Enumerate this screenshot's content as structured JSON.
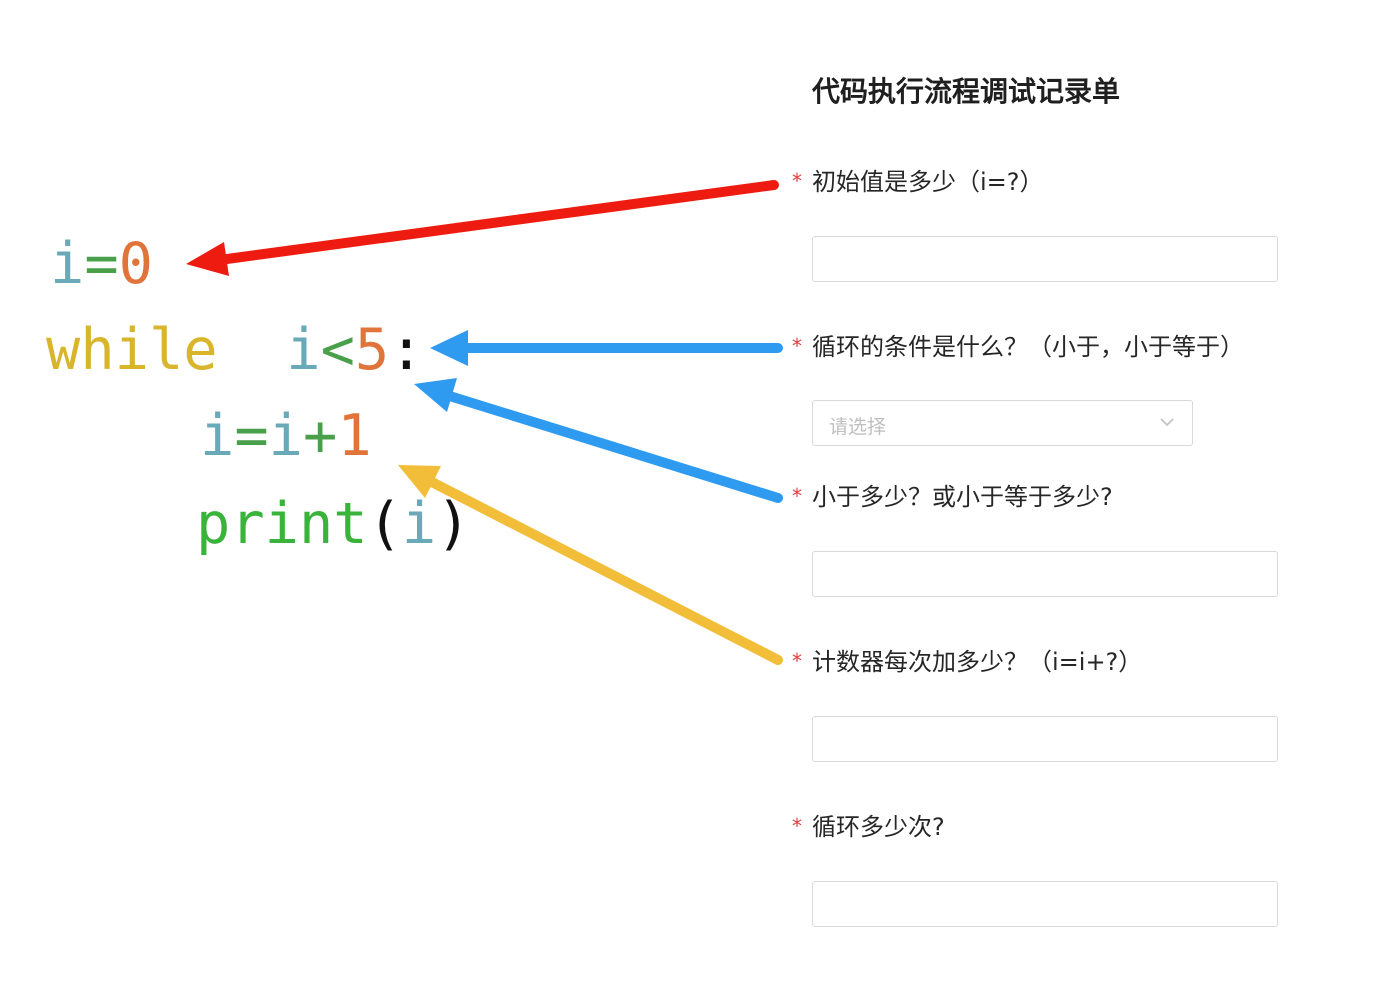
{
  "code": {
    "line1": {
      "var": "i",
      "op": "=",
      "num": "0"
    },
    "line2": {
      "kw": "while",
      "space": " ",
      "var": "i",
      "op": "<",
      "num": "5",
      "colon": ":"
    },
    "line3": {
      "var1": "i",
      "op1": "=",
      "var2": "i",
      "op2": "+",
      "num": "1"
    },
    "line4": {
      "fn": "print",
      "open": "(",
      "arg": "i",
      "close": ")"
    }
  },
  "colors": {
    "keyword": "#d9b52c",
    "variable": "#6aaab8",
    "operator": "#4aa04a",
    "number": "#e0743a",
    "function": "#3ab33a",
    "punct": "#111111",
    "arrow_red": "#ee1c10",
    "arrow_blue": "#2e9bf0",
    "arrow_yellow": "#f2bd38",
    "required": "#e4393c"
  },
  "form": {
    "title": "代码执行流程调试记录单",
    "required_mark": "*",
    "q1": {
      "label": "初始值是多少（i=?）",
      "value": ""
    },
    "q2": {
      "label": "循环的条件是什么？（小于，小于等于）",
      "placeholder": "请选择"
    },
    "q3": {
      "label": "小于多少？或小于等于多少?",
      "value": ""
    },
    "q4": {
      "label": "计数器每次加多少？（i=i+?）",
      "value": ""
    },
    "q5": {
      "label": "循环多少次?",
      "value": ""
    }
  }
}
